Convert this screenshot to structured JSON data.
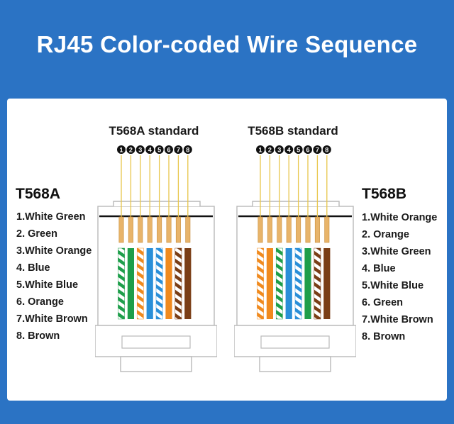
{
  "title": "RJ45 Color-coded Wire Sequence",
  "colors": {
    "background": "#2b73c4",
    "white": "#ffffff",
    "green": "#1e9e4a",
    "orange": "#f08a1e",
    "blue": "#2a8fd8",
    "brown": "#7a3e16",
    "pin_gold": "#e8c64a"
  },
  "pin_numbers": [
    "1",
    "2",
    "3",
    "4",
    "5",
    "6",
    "7",
    "8"
  ],
  "t568a": {
    "heading": "T568A",
    "standard_label": "T568A standard",
    "wires": [
      {
        "label": "1.White Green",
        "color": "green",
        "striped": true
      },
      {
        "label": "2. Green",
        "color": "green",
        "striped": false
      },
      {
        "label": "3.White Orange",
        "color": "orange",
        "striped": true
      },
      {
        "label": "4. Blue",
        "color": "blue",
        "striped": false
      },
      {
        "label": "5.White Blue",
        "color": "blue",
        "striped": true
      },
      {
        "label": "6. Orange",
        "color": "orange",
        "striped": false
      },
      {
        "label": "7.White Brown",
        "color": "brown",
        "striped": true
      },
      {
        "label": "8. Brown",
        "color": "brown",
        "striped": false
      }
    ]
  },
  "t568b": {
    "heading": "T568B",
    "standard_label": "T568B standard",
    "wires": [
      {
        "label": "1.White Orange",
        "color": "orange",
        "striped": true
      },
      {
        "label": "2. Orange",
        "color": "orange",
        "striped": false
      },
      {
        "label": "3.White Green",
        "color": "green",
        "striped": true
      },
      {
        "label": "4. Blue",
        "color": "blue",
        "striped": false
      },
      {
        "label": "5.White Blue",
        "color": "blue",
        "striped": true
      },
      {
        "label": "6. Green",
        "color": "green",
        "striped": false
      },
      {
        "label": "7.White Brown",
        "color": "brown",
        "striped": true
      },
      {
        "label": "8. Brown",
        "color": "brown",
        "striped": false
      }
    ]
  }
}
